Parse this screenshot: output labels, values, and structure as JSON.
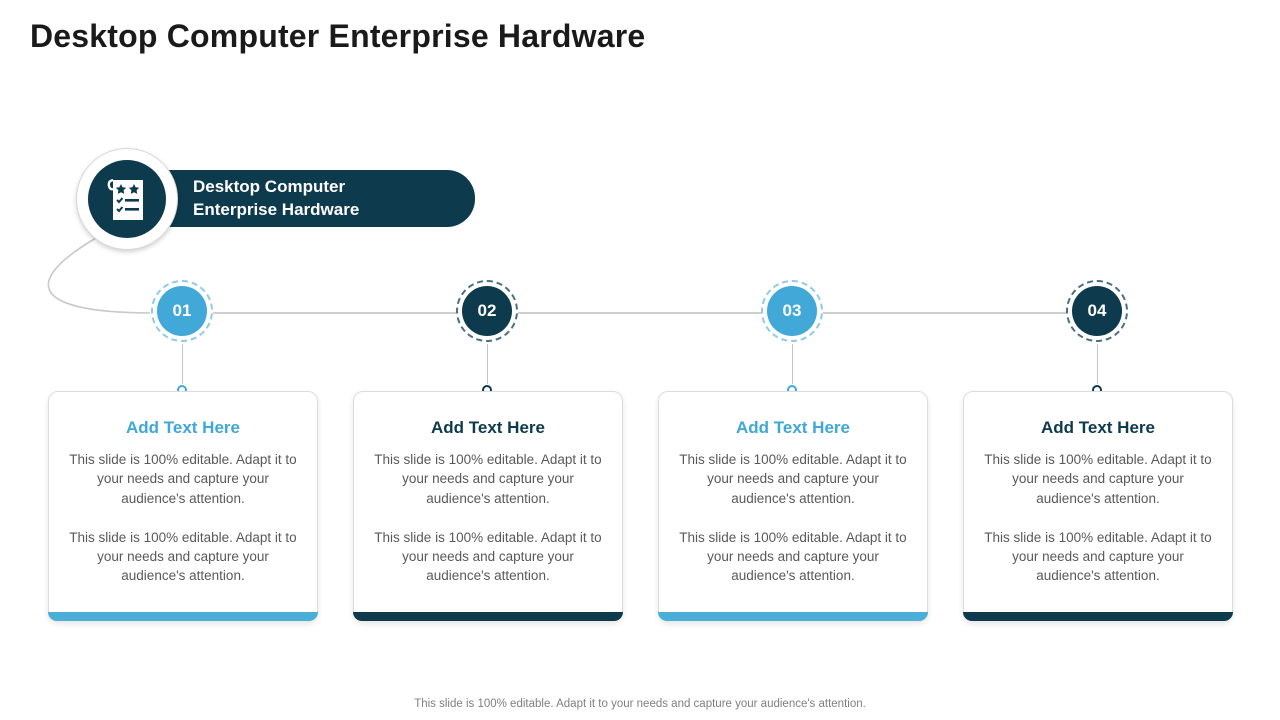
{
  "title": "Desktop Computer Enterprise Hardware",
  "badge": {
    "line1": "Desktop Computer",
    "line2": "Enterprise Hardware",
    "icon": "checklist-document-icon"
  },
  "colors": {
    "dark_teal": "#0e3a4d",
    "light_blue": "#41a8d8",
    "body_gray": "#595959"
  },
  "steps": [
    {
      "number": "01",
      "variant": "light",
      "heading": "Add Text Here",
      "para1": "This slide is 100% editable. Adapt it to your needs and capture your audience's attention.",
      "para2": "This slide is 100% editable. Adapt it to your needs and capture your audience's attention."
    },
    {
      "number": "02",
      "variant": "dark",
      "heading": "Add Text Here",
      "para1": "This slide is 100% editable. Adapt it to your needs and capture your audience's attention.",
      "para2": "This slide is 100% editable. Adapt it to your needs and capture your audience's attention."
    },
    {
      "number": "03",
      "variant": "light",
      "heading": "Add Text Here",
      "para1": "This slide is 100% editable. Adapt it to your needs and capture your audience's attention.",
      "para2": "This slide is 100% editable. Adapt it to your needs and capture your audience's attention."
    },
    {
      "number": "04",
      "variant": "dark",
      "heading": "Add Text Here",
      "para1": "This slide is 100% editable. Adapt it to your needs and capture your audience's attention.",
      "para2": "This slide is 100% editable. Adapt it to your needs and capture your audience's attention."
    }
  ],
  "footer": "This slide is 100% editable. Adapt it to your needs and capture your audience's attention."
}
